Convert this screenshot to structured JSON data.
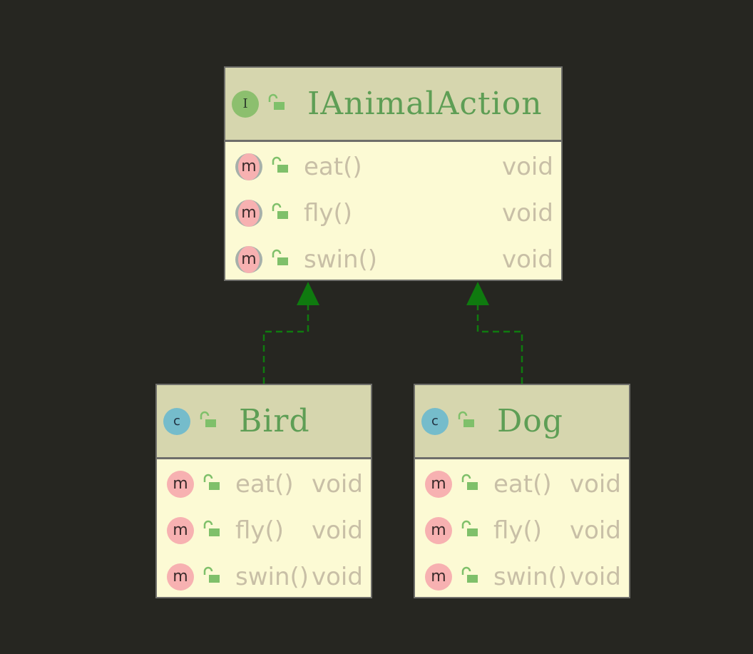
{
  "diagram": {
    "interface": {
      "kind_letter": "I",
      "name": "IAnimalAction",
      "methods": [
        {
          "icon": "m",
          "name": "eat()",
          "type": "void"
        },
        {
          "icon": "m",
          "name": "fly()",
          "type": "void"
        },
        {
          "icon": "m",
          "name": "swin()",
          "type": "void"
        }
      ]
    },
    "classes": [
      {
        "kind_letter": "c",
        "name": "Bird",
        "methods": [
          {
            "icon": "m",
            "name": "eat()",
            "type": "void"
          },
          {
            "icon": "m",
            "name": "fly()",
            "type": "void"
          },
          {
            "icon": "m",
            "name": "swin()",
            "type": "void"
          }
        ]
      },
      {
        "kind_letter": "c",
        "name": "Dog",
        "methods": [
          {
            "icon": "m",
            "name": "eat()",
            "type": "void"
          },
          {
            "icon": "m",
            "name": "fly()",
            "type": "void"
          },
          {
            "icon": "m",
            "name": "swin()",
            "type": "void"
          }
        ]
      }
    ],
    "relations": [
      {
        "from": "Bird",
        "to": "IAnimalAction",
        "type": "realization"
      },
      {
        "from": "Dog",
        "to": "IAnimalAction",
        "type": "realization"
      }
    ],
    "colors": {
      "background": "#262621",
      "header": "#d6d6ae",
      "body": "#fcfad4",
      "border": "#6e6e6a",
      "title": "#5e9e55",
      "member_text": "#c8bfa6",
      "interface_badge": "#8cbf6e",
      "class_badge": "#75bccb",
      "method_badge": "#f7b1b1",
      "public_lock": "#7fc06a",
      "arrow": "#0f7a0f"
    }
  }
}
